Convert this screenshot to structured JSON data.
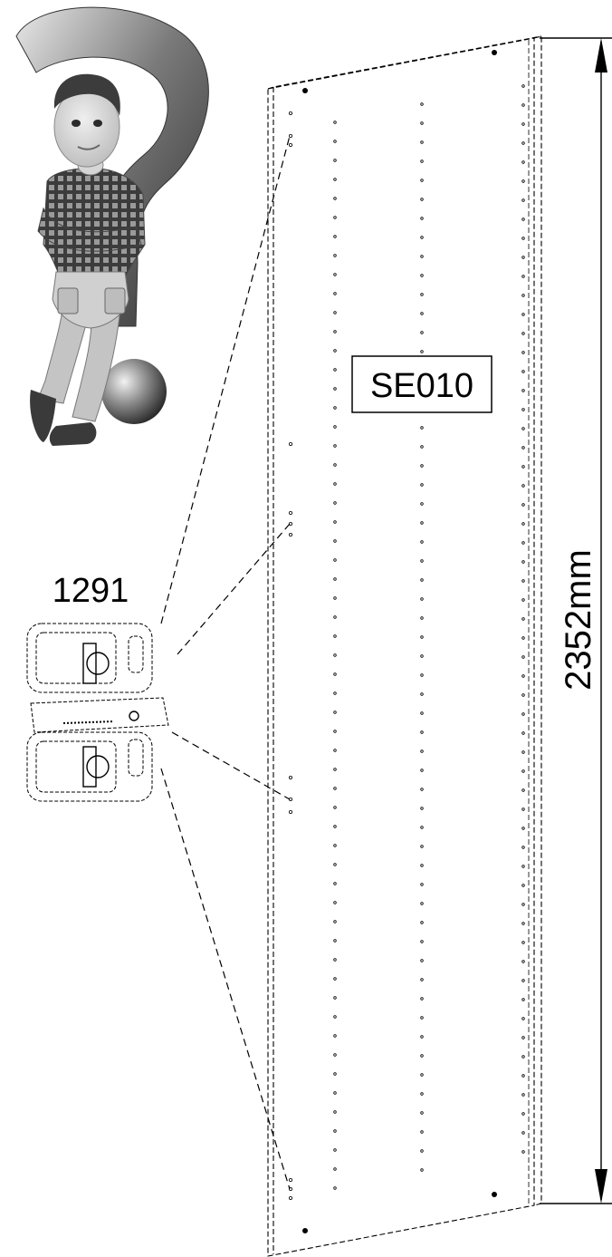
{
  "figure": {
    "part_code": "SE010",
    "fitting_code": "1291",
    "height_dimension": "2352mm"
  },
  "illustration": {
    "mascot": "thinking-handyman-with-question-mark",
    "colors": {
      "ink": "#000000",
      "skin": "#d9d9d9",
      "metal": "#6e6e6e",
      "shirt": "#5a5a5a"
    }
  }
}
